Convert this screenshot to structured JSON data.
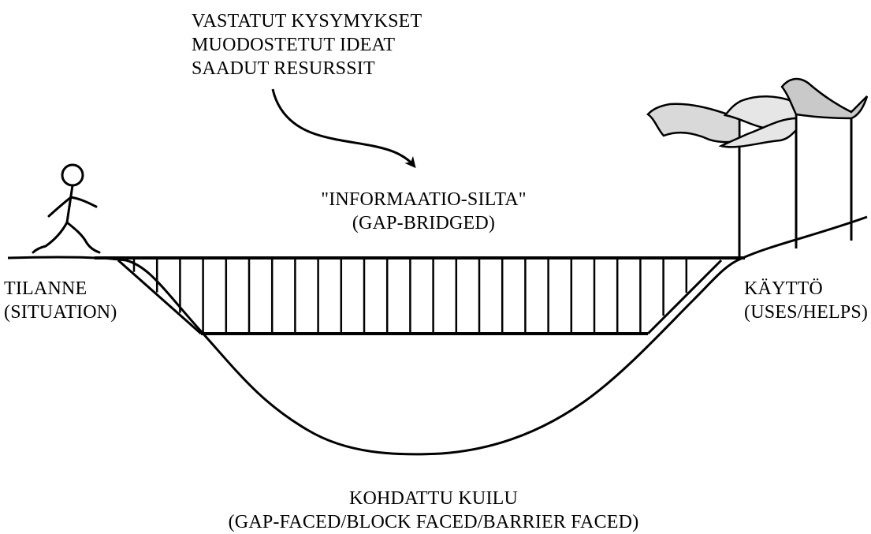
{
  "top_note": {
    "lines": [
      "VASTATUT KYSYMYKSET",
      "MUODOSTETUT IDEAT",
      "SAADUT RESURSSIT"
    ]
  },
  "bridge_label": {
    "line1": "\"INFORMAATIO-SILTA\"",
    "line2": "(GAP-BRIDGED)"
  },
  "situation": {
    "line1": "TILANNE",
    "line2": "(SITUATION)"
  },
  "use": {
    "line1": "KÄYTTÖ",
    "line2": "(USES/HELPS)"
  },
  "gap": {
    "line1": "KOHDATTU KUILU",
    "line2": "(GAP-FACED/BLOCK FACED/BARRIER FACED)"
  },
  "colors": {
    "ink": "#000000",
    "flag_fill": "#d8d8d8",
    "background": "#ffffff"
  },
  "icons": [
    "stick-figure-icon",
    "flag-icon",
    "curved-arrow-icon"
  ]
}
